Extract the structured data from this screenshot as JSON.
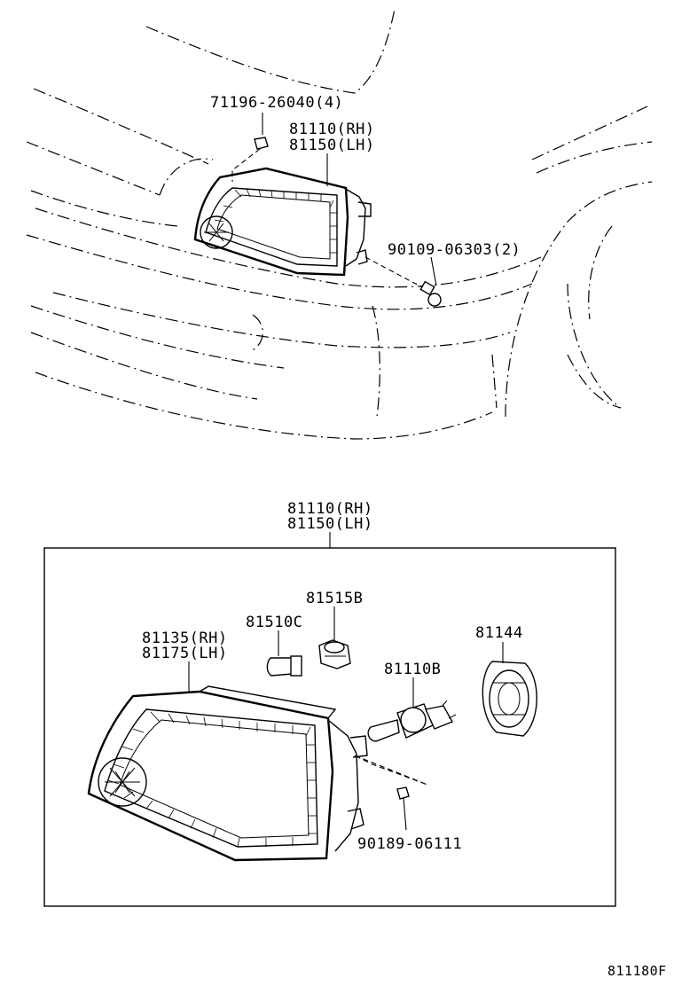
{
  "labels": {
    "clip_top": "71196-26040(4)",
    "lamp_top_rh": "81110(RH)",
    "lamp_top_lh": "81150(LH)",
    "screw_top": "90109-06303(2)",
    "lamp_box_rh": "81110(RH)",
    "lamp_box_lh": "81150(LH)",
    "socket": "81515B",
    "bulb_small": "81510C",
    "unit_rh": "81135(RH)",
    "unit_lh": "81175(LH)",
    "cover": "81144",
    "bulb_main": "81110B",
    "screw_bottom": "90189-06111",
    "figure_code": "811180F"
  }
}
